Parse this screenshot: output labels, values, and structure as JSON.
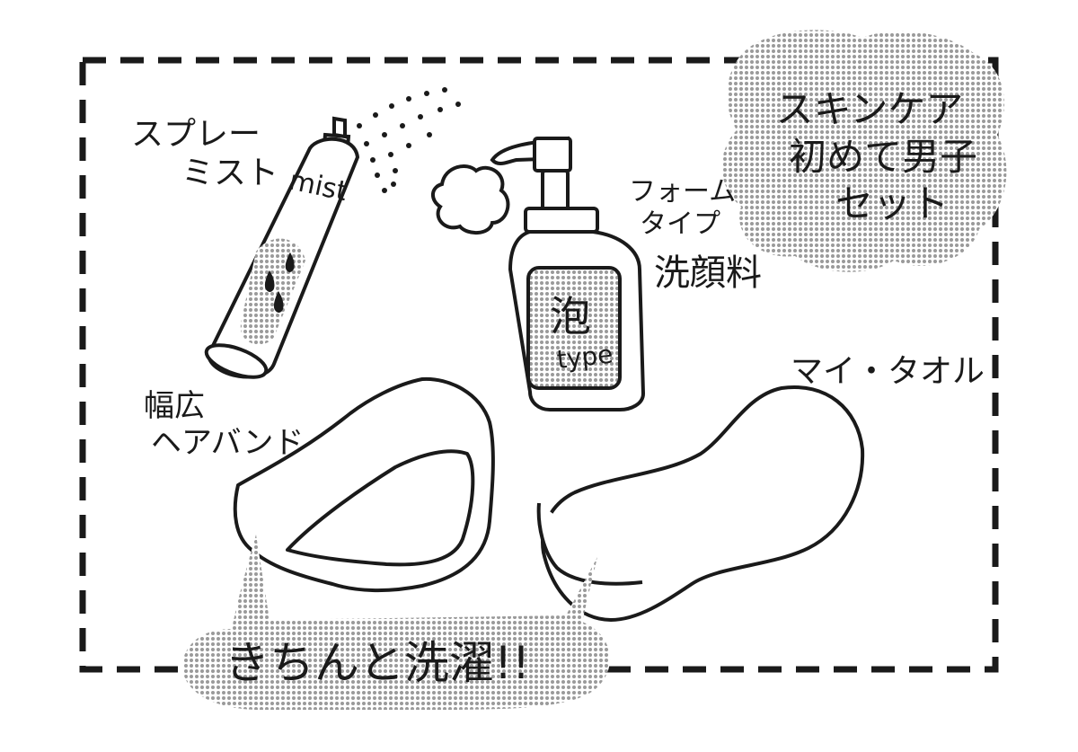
{
  "title_lines": [
    "スキンケア",
    "初めて男子",
    "セット"
  ],
  "spray": {
    "label_lines": [
      "スプレー",
      "ミスト"
    ],
    "can_text": "mist"
  },
  "foam": {
    "label_lines": [
      "フォーム",
      "タイプ"
    ],
    "product": "洗顔料",
    "bottle_text": "泡",
    "bottle_subtext": "type"
  },
  "hairband": {
    "label_lines": [
      "幅広",
      "ヘアバンド"
    ]
  },
  "towel": {
    "label": "マイ・タオル"
  },
  "callout": "きちんと洗濯!!",
  "colors": {
    "ink": "#1a1a1a",
    "tone": "#bdbdbd",
    "paper": "#ffffff"
  }
}
